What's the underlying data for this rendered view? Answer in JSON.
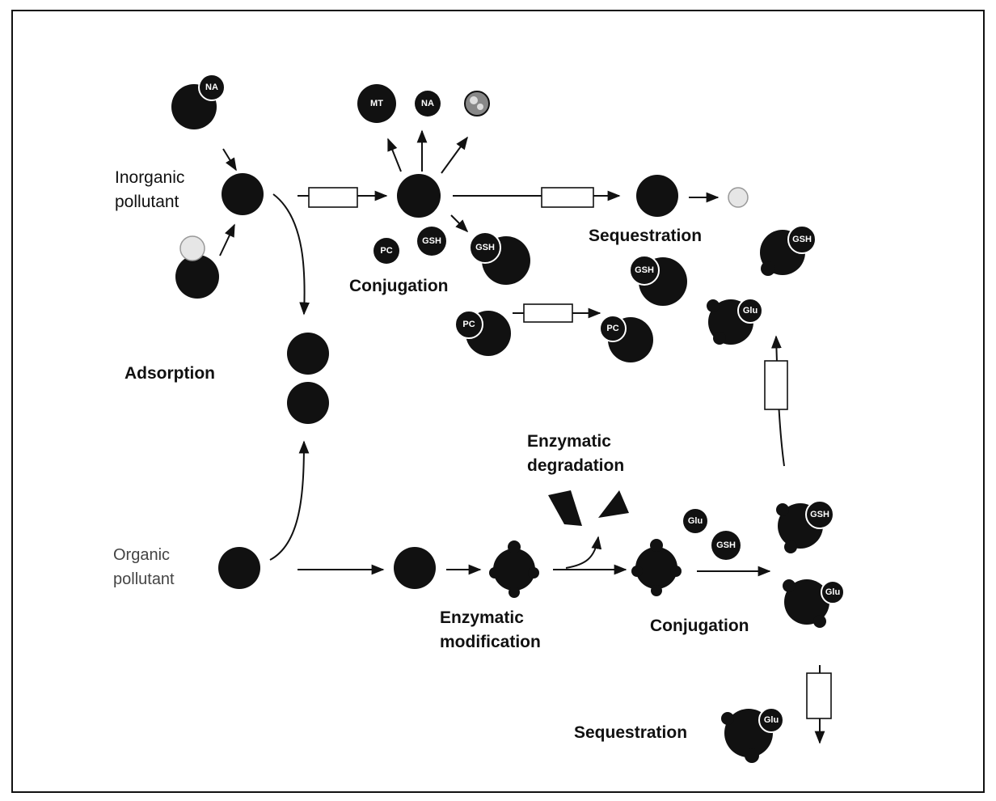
{
  "labels": {
    "inorganic_line1": "Inorganic",
    "inorganic_line2": "pollutant",
    "organic_line1": "Organic",
    "organic_line2": "pollutant",
    "adsorption": "Adsorption",
    "conjugation_top": "Conjugation",
    "sequestration_top": "Sequestration",
    "enzymatic_degradation_line1": "Enzymatic",
    "enzymatic_degradation_line2": "degradation",
    "enzymatic_modification_line1": "Enzymatic",
    "enzymatic_modification_line2": "modification",
    "conjugation_bottom": "Conjugation",
    "sequestration_bottom": "Sequestration"
  },
  "tags": {
    "na": "NA",
    "mt": "MT",
    "pc": "PC",
    "gsh": "GSH",
    "glu": "Glu"
  },
  "colors": {
    "ink": "#111111",
    "light_dot": "#e6e6e6",
    "background": "#ffffff"
  }
}
